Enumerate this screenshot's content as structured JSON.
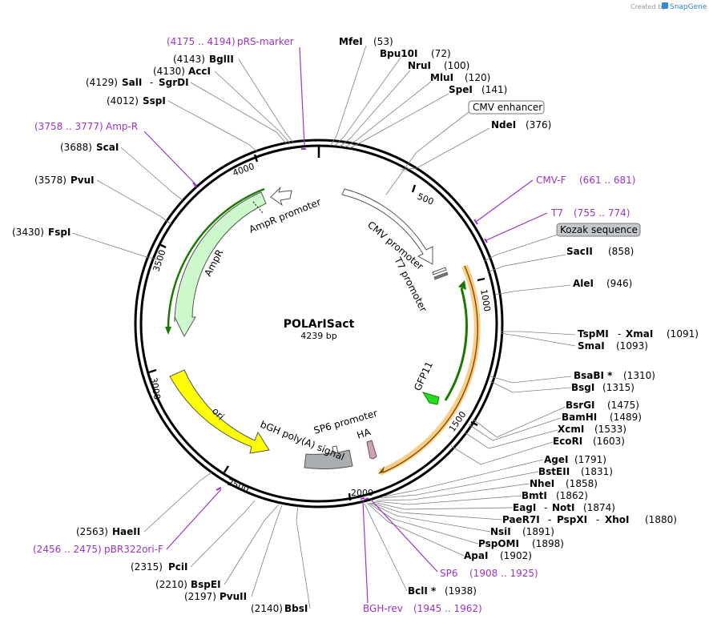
{
  "header": {
    "created_by": "Created by",
    "brand": "SnapGene"
  },
  "plasmid": {
    "name": "POLArISact",
    "size_label": "4239 bp",
    "length": 4239
  },
  "ruler_ticks": [
    {
      "pos": 500,
      "label": "500"
    },
    {
      "pos": 1000,
      "label": "1000"
    },
    {
      "pos": 1500,
      "label": "1500"
    },
    {
      "pos": 2000,
      "label": "2000"
    },
    {
      "pos": 2500,
      "label": "2500"
    },
    {
      "pos": 3000,
      "label": "3000"
    },
    {
      "pos": 3500,
      "label": "3500"
    },
    {
      "pos": 4000,
      "label": "4000"
    }
  ],
  "features": [
    {
      "label": "CMV promoter",
      "color": "#ffffff",
      "start": 250,
      "end": 650
    },
    {
      "label": "T7 promoter",
      "color": "#ffffff",
      "start": 755,
      "end": 774
    },
    {
      "label": "GFP11",
      "color": "#ccf0cc",
      "start": 1050,
      "end": 1600
    },
    {
      "label": "HA",
      "color": "#d4a0b4",
      "start": 1890,
      "end": 1915
    },
    {
      "label": "SP6 promoter",
      "color": "#ffffff",
      "start": 1910,
      "end": 1925
    },
    {
      "label": "bGH poly(A) signal",
      "color": "#a8aeb2",
      "start": 1950,
      "end": 2180
    },
    {
      "label": "ori",
      "color": "#ffff00",
      "start": 2250,
      "end": 2840
    },
    {
      "label": "AmpR",
      "color": "#ccf8cc",
      "start": 3000,
      "end": 3860
    },
    {
      "label": "AmpR promoter",
      "color": "#ffffff",
      "start": 3860,
      "end": 3965
    }
  ],
  "sites": [
    {
      "name": "MfeI",
      "pos": "(53)"
    },
    {
      "name": "Bpu10I",
      "pos": "(72)"
    },
    {
      "name": "NruI",
      "pos": "(100)"
    },
    {
      "name": "MluI",
      "pos": "(120)"
    },
    {
      "name": "SpeI",
      "pos": "(141)"
    },
    {
      "name": "NdeI",
      "pos": "(376)"
    },
    {
      "name": "SacII",
      "pos": "(858)"
    },
    {
      "name": "AleI",
      "pos": "(946)"
    },
    {
      "name": "TspMI",
      "pos": "(1091)",
      "extra": "XmaI"
    },
    {
      "name": "SmaI",
      "pos": "(1093)"
    },
    {
      "name": "BsaBI *",
      "pos": "(1310)"
    },
    {
      "name": "BsgI",
      "pos": "(1315)"
    },
    {
      "name": "BsrGI",
      "pos": "(1475)"
    },
    {
      "name": "BamHI",
      "pos": "(1489)"
    },
    {
      "name": "XcmI",
      "pos": "(1533)"
    },
    {
      "name": "EcoRI",
      "pos": "(1603)"
    },
    {
      "name": "AgeI",
      "pos": "(1791)"
    },
    {
      "name": "BstEII",
      "pos": "(1831)"
    },
    {
      "name": "NheI",
      "pos": "(1858)"
    },
    {
      "name": "BmtI",
      "pos": "(1862)"
    },
    {
      "name": "EagI",
      "pos": "(1874)",
      "extra": "NotI"
    },
    {
      "name": "PaeR7I",
      "pos": "(1880)",
      "extra": "PspXI",
      "extra2": "XhoI"
    },
    {
      "name": "NsiI",
      "pos": "(1891)"
    },
    {
      "name": "PspOMI",
      "pos": "(1898)"
    },
    {
      "name": "ApaI",
      "pos": "(1902)"
    },
    {
      "name": "BclI *",
      "pos": "(1938)"
    },
    {
      "name": "BbsI",
      "pos": "(2140)"
    },
    {
      "name": "PvuII",
      "pos": "(2197)"
    },
    {
      "name": "BspEI",
      "pos": "(2210)"
    },
    {
      "name": "PciI",
      "pos": "(2315)"
    },
    {
      "name": "HaeII",
      "pos": "(2563)"
    },
    {
      "name": "FspI",
      "pos": "(3430)"
    },
    {
      "name": "PvuI",
      "pos": "(3578)"
    },
    {
      "name": "ScaI",
      "pos": "(3688)"
    },
    {
      "name": "SspI",
      "pos": "(4012)"
    },
    {
      "name": "SalI",
      "pos": "(4129)",
      "extra": "SgrDI"
    },
    {
      "name": "AccI",
      "pos": "(4130)"
    },
    {
      "name": "BglII",
      "pos": "(4143)"
    }
  ],
  "primers": [
    {
      "name": "pRS-marker",
      "range": "(4175 .. 4194)"
    },
    {
      "name": "Amp-R",
      "range": "(3758 .. 3777)"
    },
    {
      "name": "CMV-F",
      "range": "(661 .. 681)"
    },
    {
      "name": "T7",
      "range": "(755 .. 774)"
    },
    {
      "name": "SP6",
      "range": "(1908 .. 1925)"
    },
    {
      "name": "BGH-rev",
      "range": "(1945 .. 1962)"
    },
    {
      "name": "pBR322ori-F",
      "range": "(2456 .. 2475)"
    }
  ],
  "badges": {
    "cmv_enhancer": "CMV enhancer",
    "kozak": "Kozak sequence"
  },
  "colors": {
    "primer": "#9933cc",
    "leader": "#808080",
    "gfp_highlight": "#f5a623",
    "gfp_outline": "#1a7a00",
    "amp_outline": "#1a7a00",
    "backbone": "#000000"
  }
}
